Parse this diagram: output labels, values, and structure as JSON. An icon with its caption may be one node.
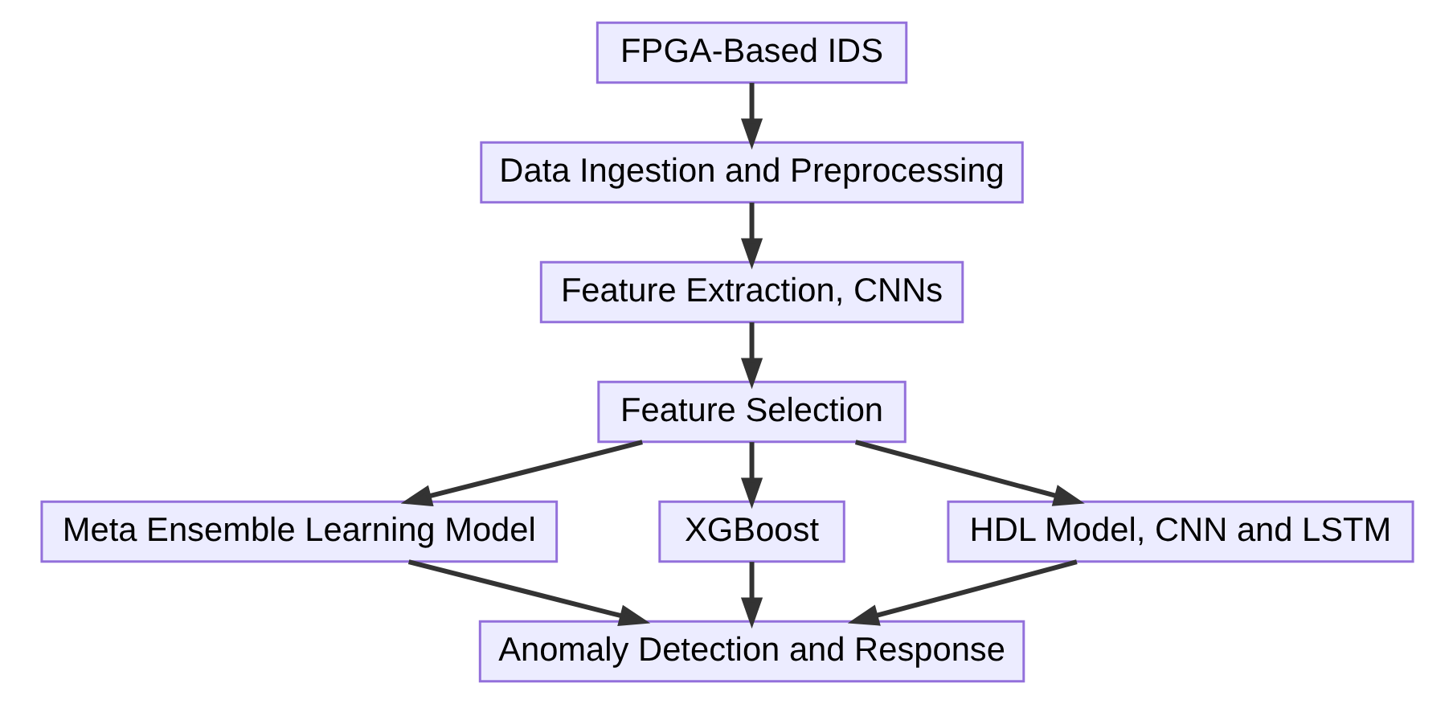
{
  "diagram": {
    "nodes": [
      {
        "text": [
          "FPGA-Based IDS"
        ]
      },
      {
        "text": [
          "Data Ingestion and Preprocessing"
        ]
      },
      {
        "text": [
          "Feature Extraction, CNNs"
        ]
      },
      {
        "text": [
          "Feature Selection"
        ]
      },
      {
        "text": [
          "Meta Ensemble Learning Model"
        ]
      },
      {
        "text": [
          "XGBoost"
        ]
      },
      {
        "text": [
          "HDL Model, CNN and LSTM"
        ]
      },
      {
        "text": [
          "Anomaly Detection and Response"
        ]
      }
    ],
    "edges": [
      {
        "from": 0,
        "to": 1,
        "arrow": "to"
      },
      {
        "from": 1,
        "to": 2,
        "arrow": "to"
      },
      {
        "from": 2,
        "to": 3,
        "arrow": "to"
      },
      {
        "from": 3,
        "to": 4,
        "arrow": "to"
      },
      {
        "from": 3,
        "to": 5,
        "arrow": "to"
      },
      {
        "from": 3,
        "to": 6,
        "arrow": "to"
      },
      {
        "from": 4,
        "to": 7,
        "arrow": "to"
      },
      {
        "from": 5,
        "to": 7,
        "arrow": "to"
      },
      {
        "from": 6,
        "to": 7,
        "arrow": "to"
      }
    ]
  }
}
